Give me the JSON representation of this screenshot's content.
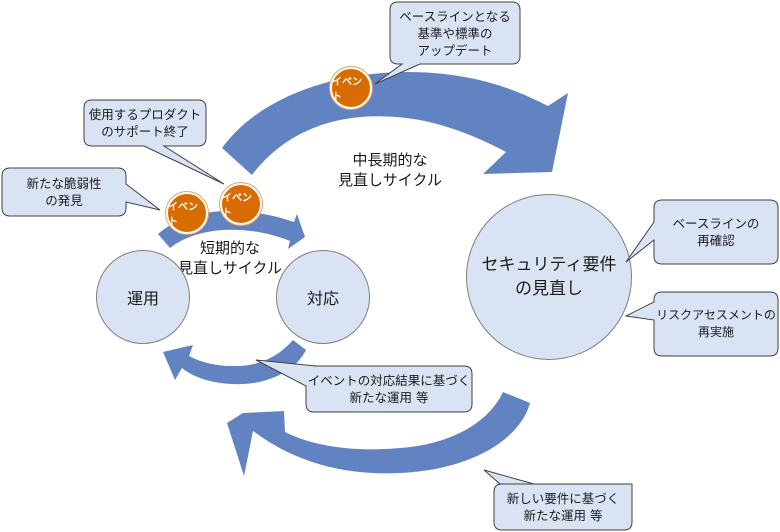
{
  "colors": {
    "arrow": "#6283c2",
    "circle_fill": "#dae3f3",
    "circle_border": "#7f7f7f",
    "bubble_fill": "#dae3f3",
    "bubble_border": "#404040",
    "event_fill": "#d86c00",
    "event_text": "#ffffff"
  },
  "cycles": {
    "long": "中長期的な\n見直しサイクル",
    "short": "短期的な\n見直しサイクル"
  },
  "nodes": {
    "operation": "運用",
    "response": "対応",
    "review": "セキュリティ要件\nの見直し"
  },
  "events": {
    "label": "イベント"
  },
  "callouts": {
    "baseline_update": "ベースラインとなる\n基準や標準の\nアップデート",
    "product_eol": "使用するプロダクト\nのサポート終了",
    "new_vuln": "新たな脆弱性\nの発見",
    "baseline_reconfirm": "ベースラインの\n再確認",
    "risk_assessment": "リスクアセスメントの\n再実施",
    "event_result_ops": "イベントの対応結果に基づく\n新たな運用 等",
    "new_req_ops": "新しい要件に基づく\n新たな運用 等"
  }
}
